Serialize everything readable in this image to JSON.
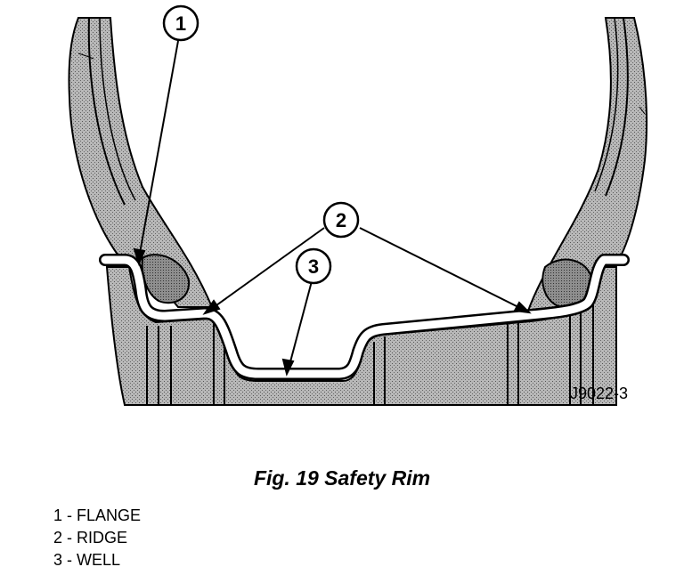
{
  "figure": {
    "id_label": "J9022-3",
    "callouts": [
      "1",
      "2",
      "3"
    ]
  },
  "caption": "Fig. 19 Safety Rim",
  "legend": [
    "1 - FLANGE",
    "2 - RIDGE",
    "3 - WELL"
  ]
}
